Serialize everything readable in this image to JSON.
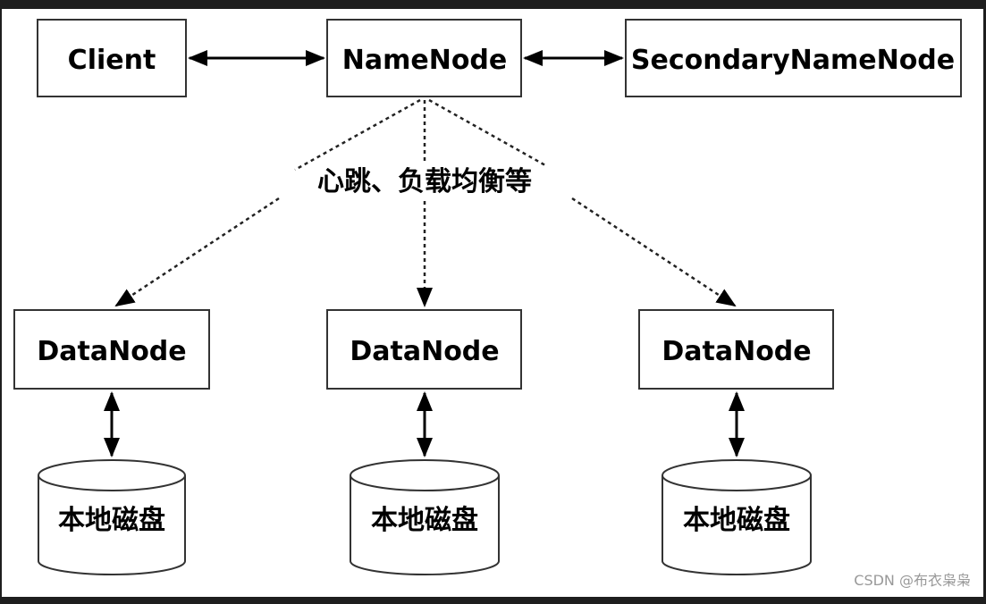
{
  "diagram": {
    "client": "Client",
    "namenode": "NameNode",
    "secondary": "SecondaryNameNode",
    "datanodes": [
      "DataNode",
      "DataNode",
      "DataNode"
    ],
    "disks": [
      "本地磁盘",
      "本地磁盘",
      "本地磁盘"
    ],
    "edge_label": "心跳、负载均衡等"
  },
  "watermark": "CSDN @布衣枭枭"
}
